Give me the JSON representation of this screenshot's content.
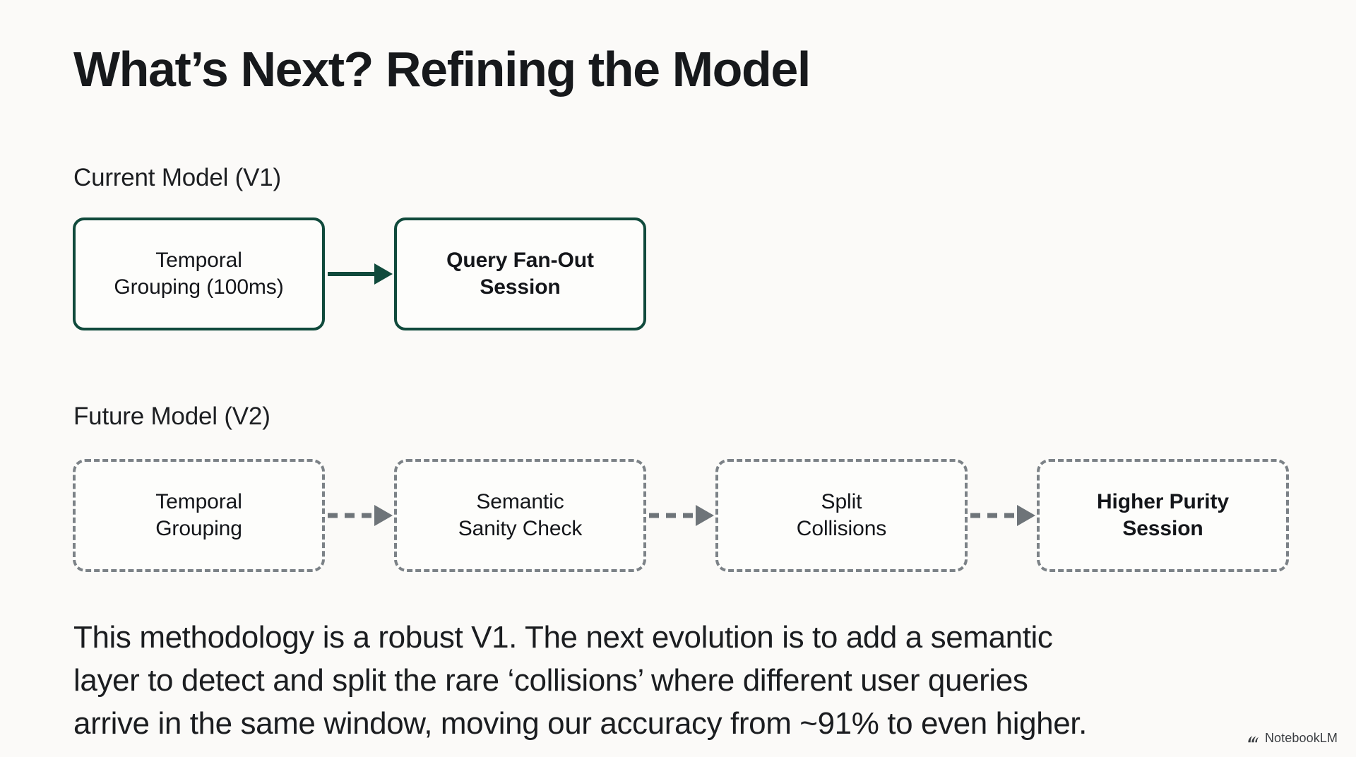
{
  "slide": {
    "title": "What’s Next? Refining the Model",
    "background_color": "#fbfaf8",
    "accent_color": "#104a3c",
    "muted_color": "#6e7479"
  },
  "sections": {
    "current": {
      "label": "Current Model (V1)",
      "nodes": [
        {
          "line1": "Temporal",
          "line2": "Grouping (100ms)",
          "emphasis": false
        },
        {
          "line1": "Query Fan-Out",
          "line2": "Session",
          "emphasis": true
        }
      ],
      "arrow_icon": "arrow-right-icon",
      "arrow_style": "solid"
    },
    "future": {
      "label": "Future Model (V2)",
      "nodes": [
        {
          "line1": "Temporal",
          "line2": "Grouping",
          "emphasis": false
        },
        {
          "line1": "Semantic",
          "line2": "Sanity Check",
          "emphasis": false
        },
        {
          "line1": "Split",
          "line2": "Collisions",
          "emphasis": false
        },
        {
          "line1": "Higher Purity",
          "line2": "Session",
          "emphasis": true
        }
      ],
      "arrow_icon": "arrow-right-dashed-icon",
      "arrow_style": "dashed"
    }
  },
  "body": {
    "line1": "This methodology is a robust V1. The next evolution is to add a semantic",
    "line2": "layer to detect and split the rare ‘collisions’ where different user queries",
    "line3": "arrive in the same window, moving our accuracy from ~91% to even higher."
  },
  "watermark": {
    "icon": "notebooklm-icon",
    "label": "NotebookLM"
  }
}
